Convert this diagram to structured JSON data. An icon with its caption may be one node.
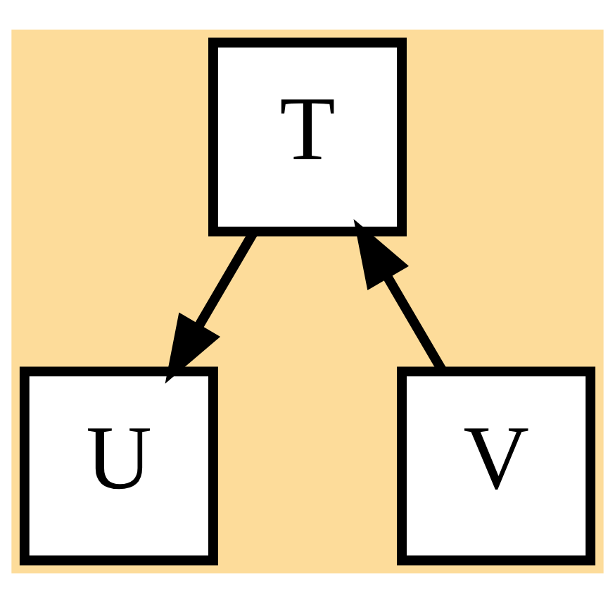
{
  "diagram": {
    "nodes": [
      {
        "text": [
          "T"
        ]
      },
      {
        "text": [
          "U"
        ]
      },
      {
        "text": [
          "V"
        ]
      }
    ],
    "edges": [
      {
        "from": 0,
        "to": 1,
        "arrow": "to"
      },
      {
        "from": 2,
        "to": 0,
        "arrow": "to"
      }
    ]
  }
}
